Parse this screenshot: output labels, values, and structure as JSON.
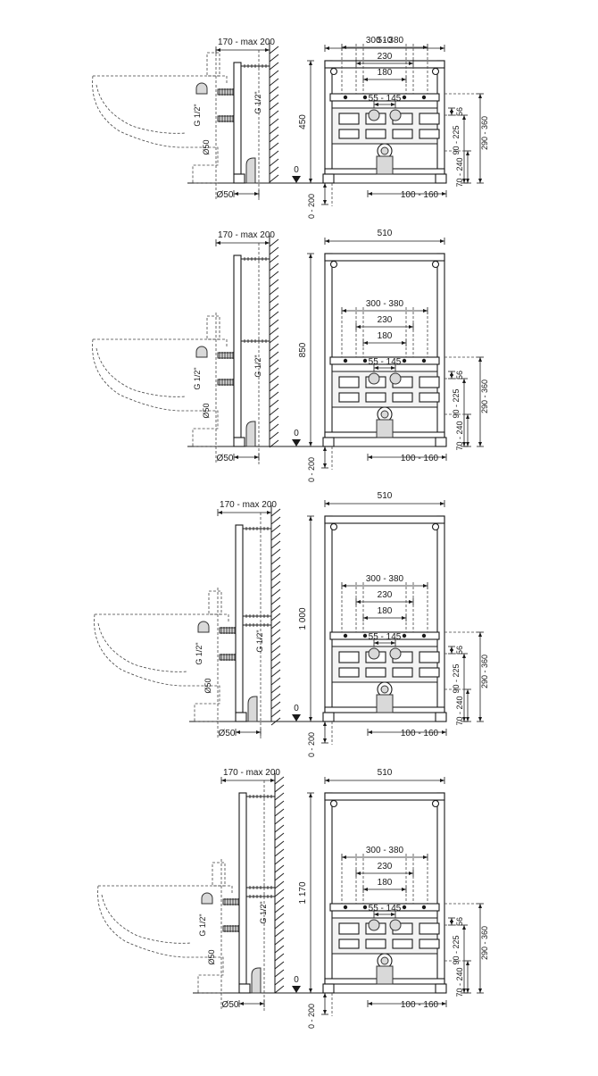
{
  "drawings": [
    {
      "id": "h450",
      "height_label": "450",
      "depth_label": "170 - max 200",
      "width_label": "510",
      "spacing_outer": "300 - 380",
      "spacing_mid": "230",
      "spacing_inner": "180",
      "spacing_valve": "55 - 145",
      "dim_56": "56",
      "dim_90_225": "90 - 225",
      "dim_290_360": "290 - 360",
      "dim_70_240": "70 - 240",
      "dim_100_160": "100 - 160",
      "dim_0_200": "0 - 200",
      "zero_label": "0",
      "pipe_label": "Ø50",
      "pipe_label_bottom": "Ø50",
      "thread_label_a": "G 1/2\"",
      "thread_label_b": "G 1/2\""
    },
    {
      "id": "h850",
      "height_label": "850",
      "depth_label": "170 - max 200",
      "width_label": "510",
      "spacing_outer": "300 - 380",
      "spacing_mid": "230",
      "spacing_inner": "180",
      "spacing_valve": "55 - 145",
      "dim_56": "56",
      "dim_90_225": "90 - 225",
      "dim_290_360": "290 - 360",
      "dim_70_240": "70 - 240",
      "dim_100_160": "100 - 160",
      "dim_0_200": "0 - 200",
      "zero_label": "0",
      "pipe_label": "Ø50",
      "pipe_label_bottom": "Ø50",
      "thread_label_a": "G 1/2\"",
      "thread_label_b": "G 1/2\""
    },
    {
      "id": "h1000",
      "height_label": "1 000",
      "depth_label": "170 - max 200",
      "width_label": "510",
      "spacing_outer": "300 - 380",
      "spacing_mid": "230",
      "spacing_inner": "180",
      "spacing_valve": "55 - 145",
      "dim_56": "56",
      "dim_90_225": "90 - 225",
      "dim_290_360": "290 - 360",
      "dim_70_240": "70 - 240",
      "dim_100_160": "100 - 160",
      "dim_0_200": "0 - 200",
      "zero_label": "0",
      "pipe_label": "Ø50",
      "pipe_label_bottom": "Ø50",
      "thread_label_a": "G 1/2\"",
      "thread_label_b": "G 1/2\""
    },
    {
      "id": "h1170",
      "height_label": "1 170",
      "depth_label": "170 - max 200",
      "width_label": "510",
      "spacing_outer": "300 - 380",
      "spacing_mid": "230",
      "spacing_inner": "180",
      "spacing_valve": "55 - 145",
      "dim_56": "56",
      "dim_90_225": "90 - 225",
      "dim_290_360": "290 - 360",
      "dim_70_240": "70 - 240",
      "dim_100_160": "100 - 160",
      "dim_0_200": "0 - 200",
      "zero_label": "0",
      "pipe_label": "Ø50",
      "pipe_label_bottom": "Ø50",
      "thread_label_a": "G 1/2\"",
      "thread_label_b": "G 1/2\""
    }
  ]
}
